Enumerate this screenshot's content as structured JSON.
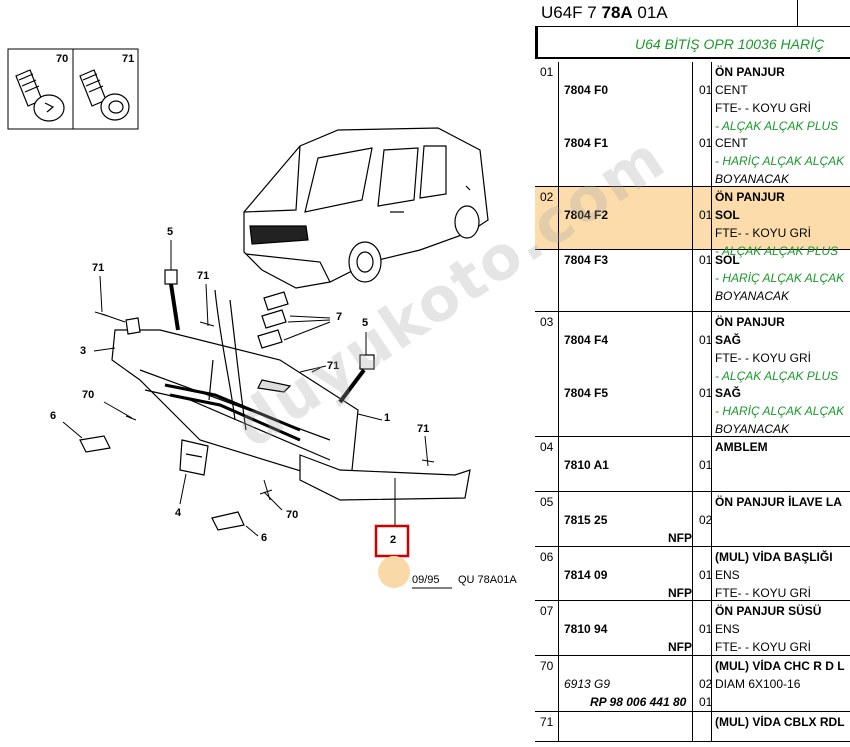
{
  "header": {
    "code_pre": "U64F 7 ",
    "code_bold": "78A",
    "code_post": " 01A",
    "subtitle": "U64 BİTİŞ OPR 10036 HARİÇ"
  },
  "diagram": {
    "callouts": [
      "70",
      "71",
      "5",
      "71",
      "71",
      "3",
      "7",
      "5",
      "71",
      "70",
      "1",
      "6",
      "71",
      "4",
      "70",
      "6",
      "2"
    ],
    "footer_date": "09/95",
    "footer_code": "QU 78A01A",
    "highlight_color": "#d00000",
    "circle_color": "#f9d9a8"
  },
  "watermark": "duyukoto.com",
  "colors": {
    "highlight_row": "#fbdcaa",
    "green_text": "#1a9a2a"
  },
  "rows": [
    {
      "no": "01",
      "lines": [
        {
          "ref": "",
          "qty": "",
          "desc": "ÖN PANJUR",
          "style": "b"
        },
        {
          "ref": "7804 F0",
          "qty": "01",
          "desc": "CENT",
          "style": ""
        },
        {
          "ref": "",
          "qty": "",
          "desc": "FTE- - KOYU GRİ",
          "style": ""
        },
        {
          "ref": "",
          "qty": "",
          "desc": "- ALÇAK ALÇAK PLUS",
          "style": "g"
        },
        {
          "ref": "7804 F1",
          "qty": "01",
          "desc": "CENT",
          "style": ""
        },
        {
          "ref": "",
          "qty": "",
          "desc": "- HARİÇ ALÇAK ALÇAK",
          "style": "g"
        },
        {
          "ref": "",
          "qty": "",
          "desc": "BOYANACAK",
          "style": "i"
        }
      ]
    },
    {
      "no": "02",
      "lines": [
        {
          "ref": "",
          "qty": "",
          "desc": "ÖN PANJUR",
          "style": "b"
        },
        {
          "ref": "7804 F2",
          "qty": "01",
          "desc": "SOL",
          "style": "b"
        },
        {
          "ref": "",
          "qty": "",
          "desc": "FTE- - KOYU GRİ",
          "style": ""
        },
        {
          "ref": "",
          "qty": "",
          "desc": "- ALÇAK ALÇAK PLUS",
          "style": "g"
        }
      ]
    },
    {
      "no": "",
      "lines": [
        {
          "ref": "7804 F3",
          "qty": "01",
          "desc": "SOL",
          "style": "b"
        },
        {
          "ref": "",
          "qty": "",
          "desc": "- HARİÇ ALÇAK ALÇAK",
          "style": "g"
        },
        {
          "ref": "",
          "qty": "",
          "desc": "BOYANACAK",
          "style": "i"
        }
      ]
    },
    {
      "no": "03",
      "lines": [
        {
          "ref": "",
          "qty": "",
          "desc": "ÖN PANJUR",
          "style": "b"
        },
        {
          "ref": "7804 F4",
          "qty": "01",
          "desc": "SAĞ",
          "style": "b"
        },
        {
          "ref": "",
          "qty": "",
          "desc": "FTE- - KOYU GRİ",
          "style": ""
        },
        {
          "ref": "",
          "qty": "",
          "desc": "- ALÇAK ALÇAK PLUS",
          "style": "g"
        },
        {
          "ref": "7804 F5",
          "qty": "01",
          "desc": "SAĞ",
          "style": "b"
        },
        {
          "ref": "",
          "qty": "",
          "desc": "- HARİÇ ALÇAK ALÇAK",
          "style": "g"
        },
        {
          "ref": "",
          "qty": "",
          "desc": "BOYANACAK",
          "style": "i"
        }
      ]
    },
    {
      "no": "04",
      "lines": [
        {
          "ref": "",
          "qty": "",
          "desc": "AMBLEM",
          "style": "b"
        },
        {
          "ref": "7810 A1",
          "qty": "01",
          "desc": "",
          "style": ""
        }
      ]
    },
    {
      "no": "05",
      "lines": [
        {
          "ref": "",
          "qty": "",
          "desc": "ÖN PANJUR İLAVE LA",
          "style": "b"
        },
        {
          "ref": "7815 25",
          "qty": "02",
          "desc": "",
          "style": ""
        },
        {
          "ref": "",
          "qty": "",
          "desc": "",
          "style": "",
          "nfp": "NFP"
        }
      ]
    },
    {
      "no": "06",
      "lines": [
        {
          "ref": "",
          "qty": "",
          "desc": "(MUL) VİDA BAŞLIĞI",
          "style": "b"
        },
        {
          "ref": "7814 09",
          "qty": "01",
          "desc": "ENS",
          "style": ""
        },
        {
          "ref": "",
          "qty": "",
          "desc": "FTE- - KOYU GRİ",
          "style": "",
          "nfp": "NFP"
        }
      ]
    },
    {
      "no": "07",
      "lines": [
        {
          "ref": "",
          "qty": "",
          "desc": "ÖN PANJUR SÜSÜ",
          "style": "b"
        },
        {
          "ref": "7810 94",
          "qty": "01",
          "desc": "ENS",
          "style": ""
        },
        {
          "ref": "",
          "qty": "",
          "desc": "FTE- - KOYU GRİ",
          "style": "",
          "nfp": "NFP"
        }
      ]
    },
    {
      "no": "70",
      "lines": [
        {
          "ref": "",
          "qty": "",
          "desc": "(MUL) VİDA CHC R D L",
          "style": "b"
        },
        {
          "ref": "6913 G9",
          "refstyle": "it",
          "qty": "02",
          "desc": "DIAM 6X100-16",
          "style": ""
        },
        {
          "ref": "",
          "rp": "RP 98 006 441 80",
          "qty": "01",
          "desc": "",
          "style": ""
        }
      ]
    },
    {
      "no": "71",
      "lines": [
        {
          "ref": "",
          "qty": "",
          "desc": "(MUL) VİDA CBLX RDL",
          "style": "b"
        }
      ]
    }
  ]
}
